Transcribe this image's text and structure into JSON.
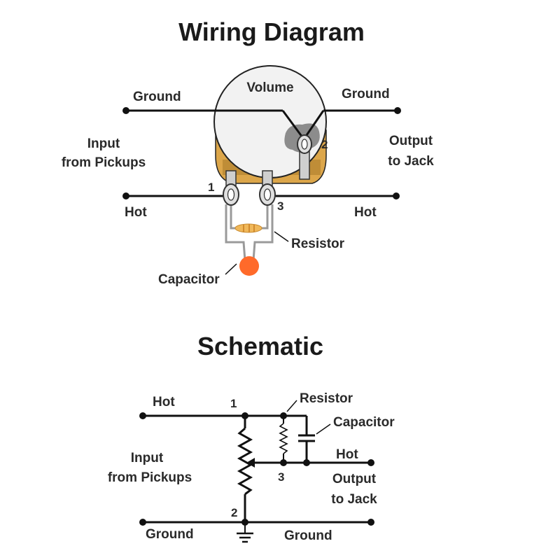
{
  "wiring": {
    "title": "Wiring Diagram",
    "volume_label": "Volume",
    "ground_left": "Ground",
    "ground_right": "Ground",
    "input_line1": "Input",
    "input_line2": "from Pickups",
    "output_line1": "Output",
    "output_line2": "to Jack",
    "hot_left": "Hot",
    "hot_right": "Hot",
    "lug1": "1",
    "lug2": "2",
    "lug3": "3",
    "resistor": "Resistor",
    "capacitor": "Capacitor"
  },
  "schematic": {
    "title": "Schematic",
    "hot_left": "Hot",
    "node1": "1",
    "resistor": "Resistor",
    "capacitor": "Capacitor",
    "hot_right": "Hot",
    "input_line1": "Input",
    "input_line2": "from Pickups",
    "node3": "3",
    "output_line1": "Output",
    "output_line2": "to Jack",
    "node2": "2",
    "ground_left": "Ground",
    "ground_right": "Ground"
  },
  "colors": {
    "pot_casing": "#dca64a",
    "pot_casing_dark": "#a87828",
    "pot_body": "#f2f2f2",
    "solder": "#8c8c8c",
    "resistor": "#f0b85a",
    "capacitor": "#ff6a2a",
    "wire": "#111111",
    "lead": "#a0a0a0"
  }
}
